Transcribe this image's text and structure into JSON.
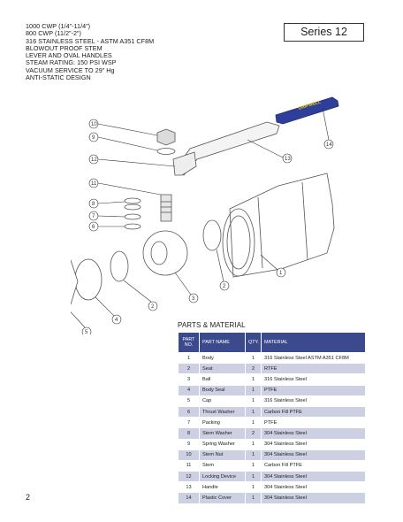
{
  "specs": [
    "1000 CWP (1/4”-11/4”)",
    "800 CWP (11/2”-2”)",
    "316 STAINLESS STEEL - ASTM A351 CF8M",
    "BLOWOUT PROOF STEM",
    "LEVER AND OVAL HANDLES",
    "STEAM RATING: 150 PSI WSP",
    "VACUUM SERVICE TO 29” Hg",
    "ANTI-STATIC DESIGN"
  ],
  "series_label": "Series 12",
  "diagram": {
    "handle_text": "GRIPWELL",
    "callouts": [
      "1",
      "2",
      "3",
      "4",
      "5",
      "6",
      "7",
      "8",
      "9",
      "10",
      "11",
      "12",
      "13",
      "14"
    ]
  },
  "parts_title": "PARTS & MATERIAL",
  "table": {
    "headers": {
      "no_line1": "PART",
      "no_line2": "NO.",
      "name": "PART NAME",
      "qty": "QTY.",
      "material": "MATERIAL"
    },
    "rows": [
      {
        "no": "1",
        "name": "Body",
        "qty": "1",
        "material": "316 Stainless Steel ASTM A351 CF8M"
      },
      {
        "no": "2",
        "name": "Seat",
        "qty": "2",
        "material": "RTFE"
      },
      {
        "no": "3",
        "name": "Ball",
        "qty": "1",
        "material": "316 Stainless Steel"
      },
      {
        "no": "4",
        "name": "Body Seal",
        "qty": "1",
        "material": "PTFE"
      },
      {
        "no": "5",
        "name": "Cap",
        "qty": "1",
        "material": "316 Stainless Steel"
      },
      {
        "no": "6",
        "name": "Thrust Washer",
        "qty": "1",
        "material": "Carbon Fill PTFE"
      },
      {
        "no": "7",
        "name": "Packing",
        "qty": "1",
        "material": "PTFE"
      },
      {
        "no": "8",
        "name": "Stem Washer",
        "qty": "2",
        "material": "304 Stainless Steel"
      },
      {
        "no": "9",
        "name": "Spring Washer",
        "qty": "1",
        "material": "304 Stainless Steel"
      },
      {
        "no": "10",
        "name": "Stem Nut",
        "qty": "1",
        "material": "304 Stainless Steel"
      },
      {
        "no": "11",
        "name": "Stem",
        "qty": "1",
        "material": "Carbon Fill PTFE"
      },
      {
        "no": "12",
        "name": "Locking Device",
        "qty": "1",
        "material": "304 Stainless Steel"
      },
      {
        "no": "13",
        "name": "Handle",
        "qty": "1",
        "material": "304 Stainless Steel"
      },
      {
        "no": "14",
        "name": "Plastic Cover",
        "qty": "1",
        "material": "304 Stainless Steel"
      }
    ]
  },
  "page_number": "2",
  "colors": {
    "table_header": "#3b4a8c",
    "row_shade": "#cdd0e3",
    "handle_cover": "#2d3f9a",
    "handle_text": "#f2d21b"
  }
}
